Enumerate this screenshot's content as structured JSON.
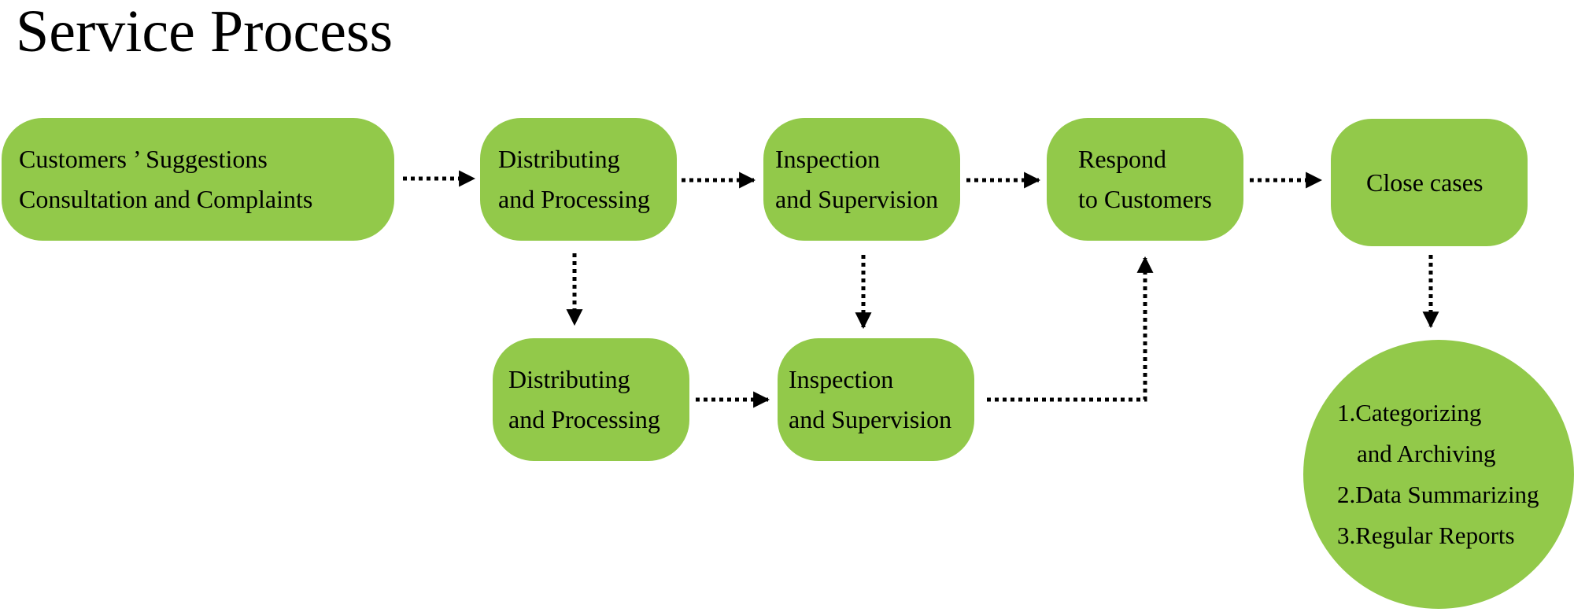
{
  "title": "Service Process",
  "nodes": {
    "customers": {
      "line1": "Customers ’ Suggestions",
      "line2": "Consultation and Complaints"
    },
    "distributing_top": {
      "line1": "Distributing",
      "line2": "and Processing"
    },
    "inspection_top": {
      "line1": "Inspection",
      "line2": "and Supervision"
    },
    "respond": {
      "line1": "Respond",
      "line2": "to Customers"
    },
    "close": {
      "line1": "Close cases"
    },
    "distributing_bottom": {
      "line1": "Distributing",
      "line2": "and Processing"
    },
    "inspection_bottom": {
      "line1": "Inspection",
      "line2": "and Supervision"
    },
    "archive": {
      "line1": "1.Categorizing",
      "line2": "and Archiving",
      "line3": "2.Data Summarizing",
      "line4": "3.Regular Reports"
    }
  },
  "colors": {
    "node_fill": "#92c94a",
    "arrow": "#000000"
  }
}
